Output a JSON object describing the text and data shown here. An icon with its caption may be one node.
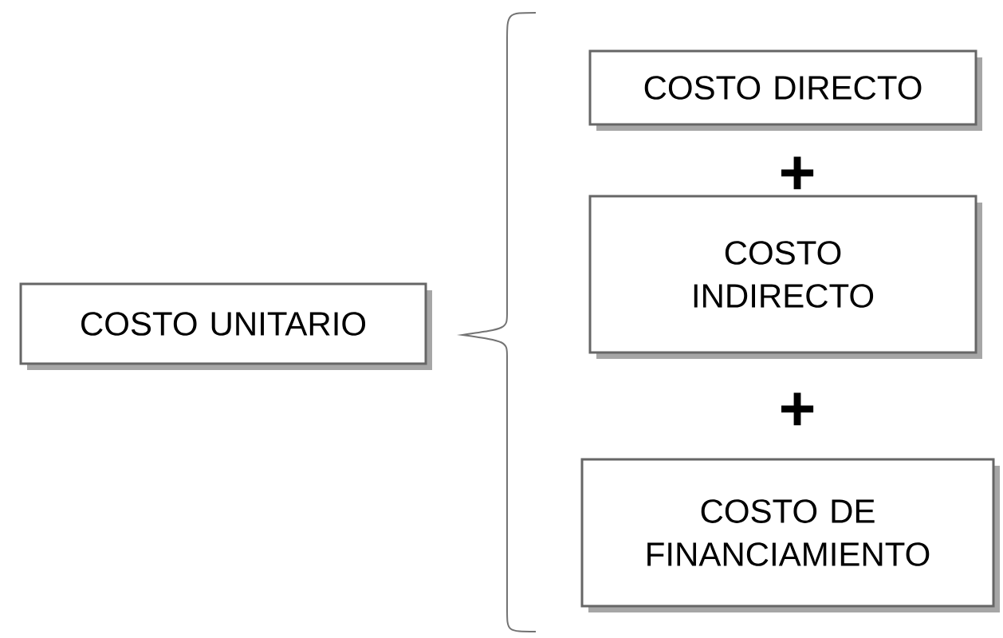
{
  "diagram": {
    "nodes": [
      {
        "text": [
          "COSTO UNITARIO"
        ]
      },
      {
        "text": [
          "COSTO DIRECTO"
        ]
      },
      {
        "text": [
          "COSTO INDIRECTO"
        ]
      },
      {
        "text": [
          "COSTO DE FINANCIAMIENTO"
        ]
      }
    ],
    "labels": [
      "+",
      "+"
    ]
  }
}
